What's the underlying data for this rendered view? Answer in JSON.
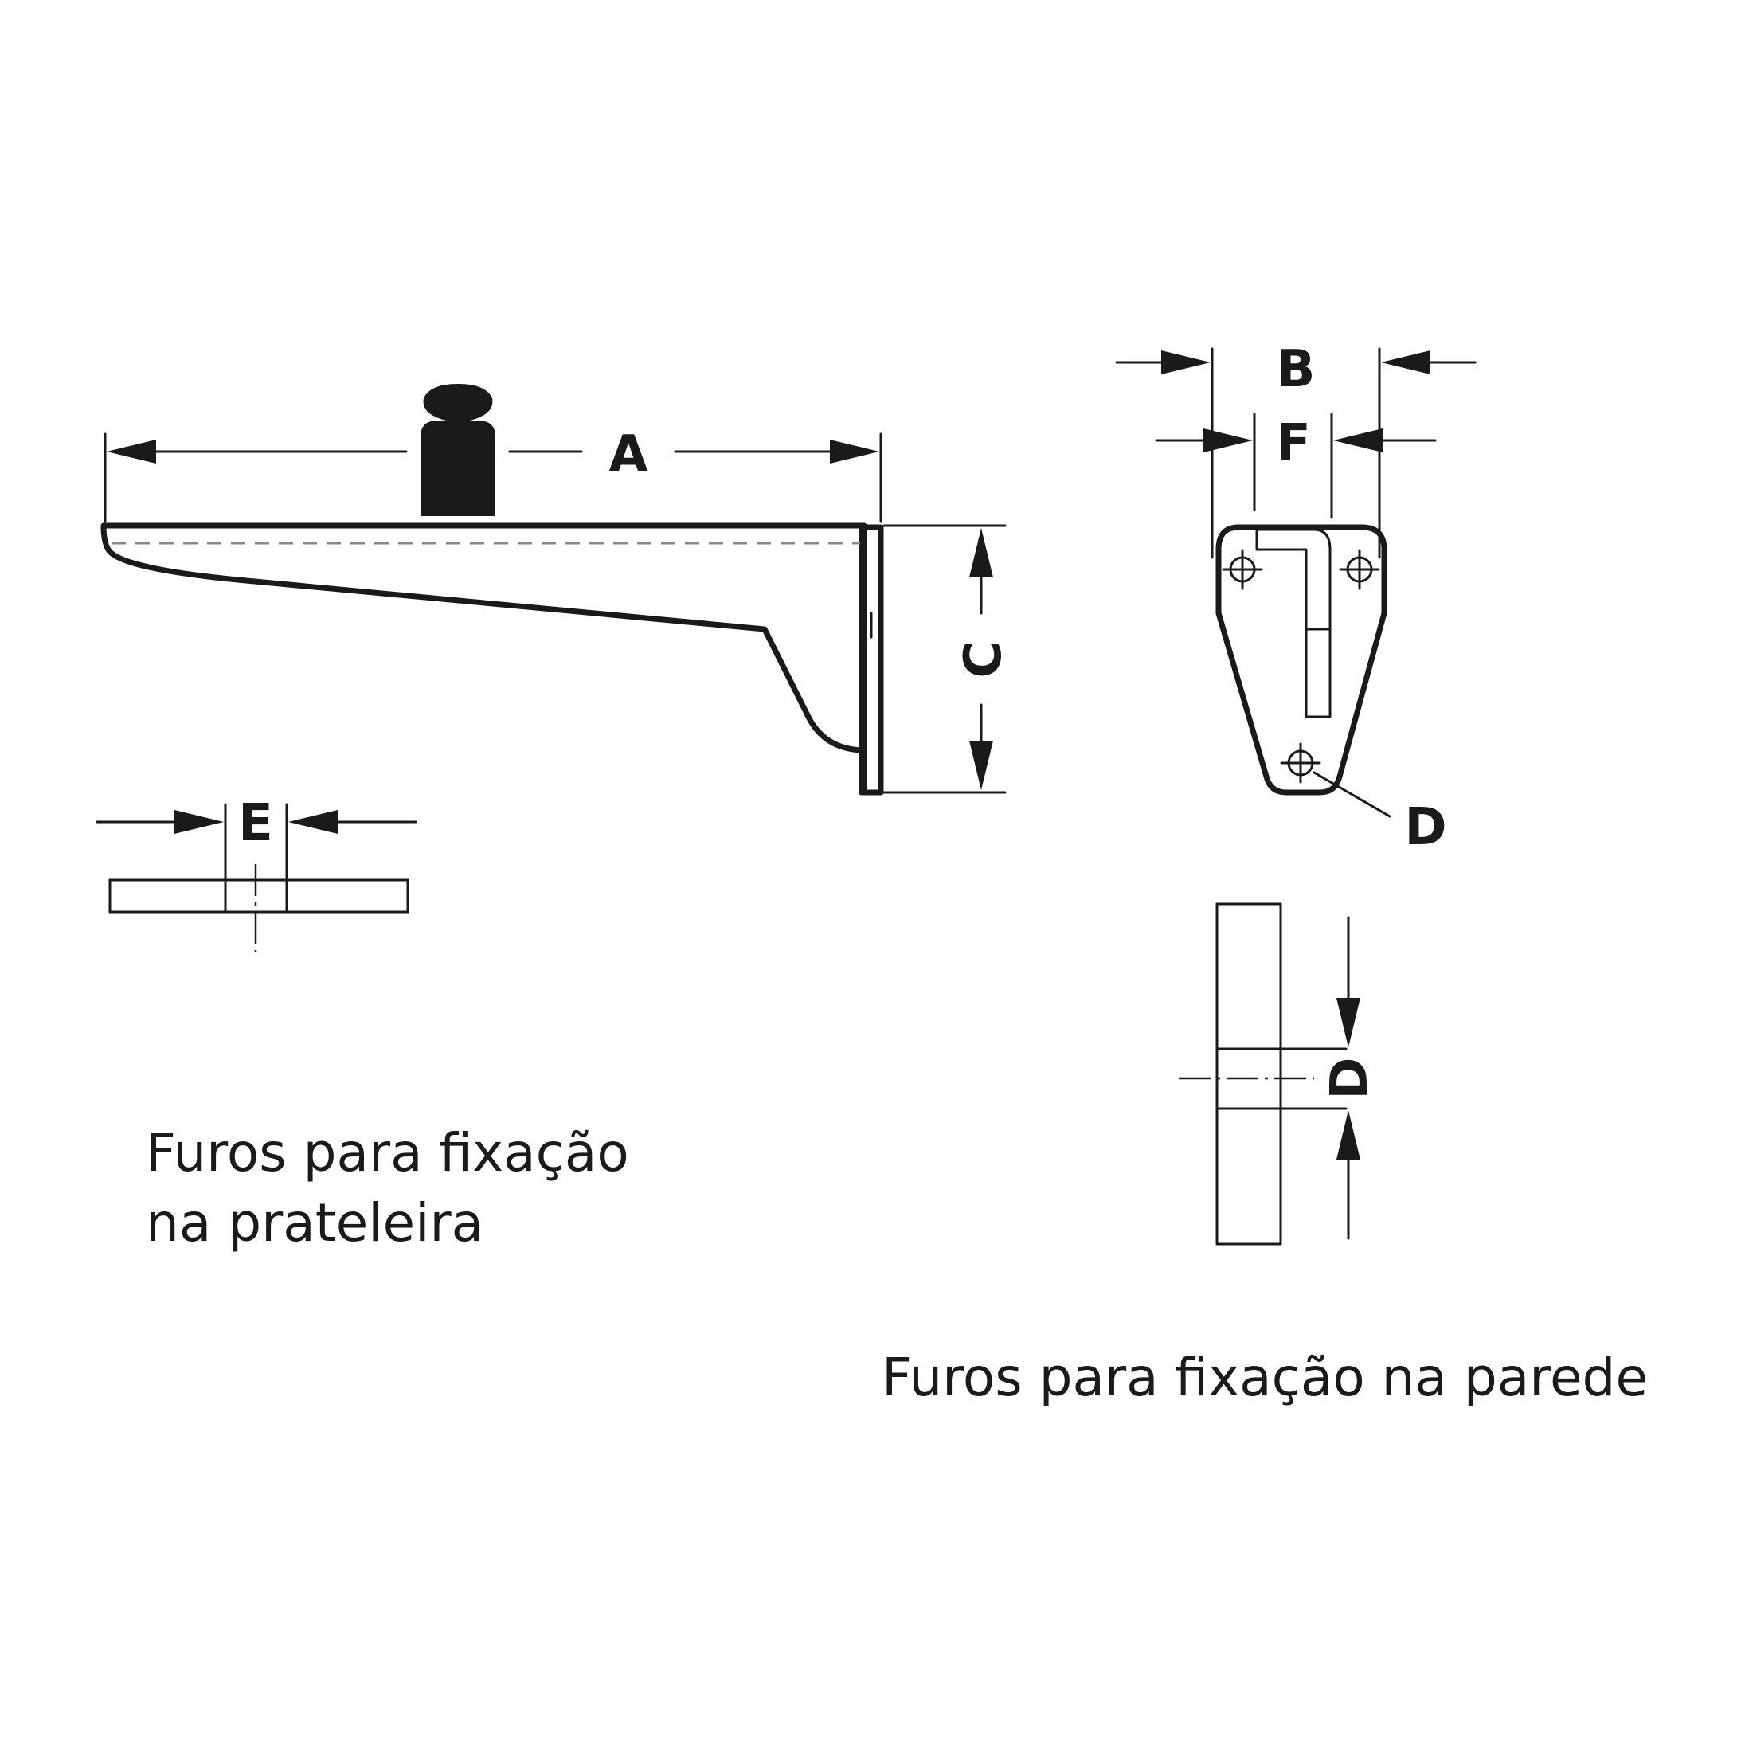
{
  "labels": {
    "A": "A",
    "B": "B",
    "C": "C",
    "D": "D",
    "D_section": "D",
    "E": "E",
    "F": "F"
  },
  "captions": {
    "shelf_line1": "Furos para fixação",
    "shelf_line2": "na prateleira",
    "wall": "Furos para fixação na parede"
  },
  "colors": {
    "line": "#1a1a1a",
    "background": "#ffffff",
    "dashed": "#888888"
  }
}
